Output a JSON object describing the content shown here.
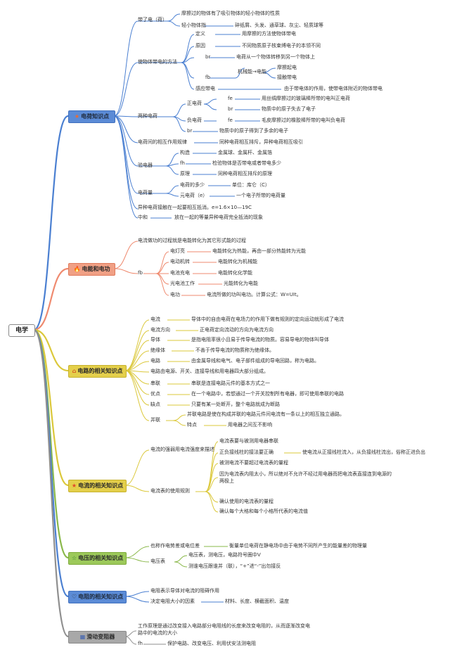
{
  "root": "电学",
  "colors": {
    "blue": "#4a7fd1",
    "orange": "#ef8a6f",
    "yellow": "#dbc83a",
    "green": "#8ab84a",
    "grey": "#8f8f8f",
    "topic_text": "#2a2a2a",
    "topic_bg_blue": "#5b8bd6",
    "topic_bg_orange": "#f0a085",
    "topic_bg_yellow": "#e4cf4a",
    "topic_bg_green": "#9cc95a",
    "topic_bg_grey": "#a8a8a8"
  },
  "topics": {
    "t1": {
      "label": "电荷知识点",
      "icon": "star-icon"
    },
    "t2": {
      "label": "电能和电功",
      "icon": "fire-icon"
    },
    "t3": {
      "label": "电路的相关知识点",
      "icon": "house-icon"
    },
    "t4": {
      "label": "电流的相关知识点",
      "icon": "star-icon"
    },
    "t5": {
      "label": "电压的相关知识点",
      "icon": "star-outline-icon"
    },
    "t6": {
      "label": "电阻的相关知识点",
      "icon": "heart-icon"
    },
    "t7": {
      "label": "滑动变阻器",
      "icon": "grid-icon"
    }
  },
  "n": {
    "a1": "带了电（荷）",
    "a1a": "摩擦过的物体有了吸引物体的轻小物体的性质",
    "a1b": "轻小物体指",
    "a1c": "碎纸屑、头发、通草球、灰尘、轻质球等",
    "a2": "使物体带电的方法",
    "a2a": "定义",
    "a2a1": "用摩擦的方法使物体带电",
    "a2b": "原因",
    "a2b1": "不同物质原子核束缚电子的本领不同",
    "a2c": "br",
    "a2c1": "电荷从一个物体转移到另一个物体上",
    "a2d": "fb",
    "a2d1": "机械能→电能",
    "a2d1a": "摩擦起电",
    "a2d1b": "接触带电",
    "a2e": "感应带电",
    "a2e1": "由于带电体的作用，使带电体附近的物体带电",
    "a3": "两种电荷",
    "a3a": "正电荷",
    "a3a1": "fe",
    "a3a1a": "用丝绸摩擦过的玻璃棒所带的电叫正电荷",
    "a3a2": "br",
    "a3a2a": "物质中的原子失去了电子",
    "a3b": "负电荷",
    "a3b1": "fe",
    "a3b1a": "毛皮摩擦过的橡胶棒所带的电叫负电荷",
    "a3b2": "br",
    "a3b2a": "物质中的原子得到了多余的电子",
    "a4": "电荷间的相互作用规律",
    "a4a": "同种电荷相互排斥，异种电荷相互吸引",
    "a5": "验电器",
    "a5a": "构造",
    "a5a1": "金属球、金属杆、金属箔",
    "a5b": "fh",
    "a5b1": "检验物体是否带电或者带电多少",
    "a5c": "原理",
    "a5c1": "同种电荷相互排斥的原理",
    "a6": "电荷量",
    "a6a": "电荷的多少",
    "a6a1": "单位：库仑（C）",
    "a6b": "元电荷（e）",
    "a6b1": "一个电子所带的电荷量",
    "a7": "异种电荷接触在一起要相互抵消。e=1.6×10—19C",
    "a8": "中和",
    "a8a": "放在一起的等量异种电荷完全抵消的现象",
    "b1": "电流做功的过程就是电能转化为其它形式能的过程",
    "b2": "fb",
    "b2a": "电灯亮",
    "b2a1": "电能转化为热能，再由一部分热能转为光能",
    "b2b": "电动机转",
    "b2b1": "电能转化为机械能",
    "b2c": "电池充电",
    "b2c1": "电能转化化学能",
    "b2d": "光电池工作",
    "b2d1": "光能转化为电能",
    "b2e": "电功",
    "b2e1": "电流所做的功叫电功。计算公式：W=UIt。",
    "c1": "电流",
    "c1a": "导体中的自由电荷在电场力的作用下做有规则的定向运动就形成了电流",
    "c2": "电流方向",
    "c2a": "正电荷定向流动的方向为电流方向",
    "c3": "导体",
    "c3a": "是指电阻率很小且易于传导电流的物质。容易导电的物体叫导体",
    "c4": "绝缘体",
    "c4a": "不善于传导电流的物质称为绝缘体。",
    "c5": "电路",
    "c5a": "由金属导线和电气、电子部件组成的导电回路，称为电路。",
    "c6": "电路由电源、开关、连接导线和用电器四大部分组成。",
    "c7": "串联",
    "c7a": "串联是连接电路元件的基本方式之一",
    "c8": "优点",
    "c8a": "在一个电路中，若想通过一个开关控制所有电器，即可使用串联的电路",
    "c9": "缺点",
    "c9a": "只要有某一处断开，整个电路就成为断路",
    "c10": "并联",
    "c10a": "并联电路是使在构成并联的电路元件间电流有一条以上的相互独立通路。",
    "c10b": "特点",
    "c10b1": "用电器之间互不影响",
    "d1": "电流的强弱用电流强度来描述",
    "d2": "电流表的使用规则",
    "d2a": "电流表要与被测用电器串联",
    "d2b": "正负接线柱的接法要正确",
    "d2b1": "使电流从正接线柱流入，从负接线柱流出，俗称正进负出",
    "d2c": "被测电流不要超过电流表的量程",
    "d2d": "因为电流表内阻太小，所以绝对不允许不经过用电器而把电流表直接连到电源的",
    "d2d2": "两极上",
    "d2e": "确认使用的电流表的量程",
    "d2f": "确认每个大格和每个小格所代表的电流值",
    "e1": "也称作电势差或电位差",
    "e1a": "衡量单位电荷在静电场中由于电势不同所产生的能量差的物理量",
    "e2": "电压表",
    "e2a": "电压表，测电压，电路符号圈中V",
    "e2b": "测谁电压跟谁并（联），“+”进“-”出勿接反",
    "f1": "电阻表示导体对电流的阻碍作用",
    "f2": "决定电阻大小的因素",
    "f2a": "材料、长度、横截面积、温度",
    "g1": "工作原理是通过改变接入电路部分电阻线的长度来改变电阻的，从而逐渐改变电",
    "g1b": "路中的电流的大小",
    "g2": "fh",
    "g2a": "保护电路、改变电压、利用伏安法测电阻"
  }
}
